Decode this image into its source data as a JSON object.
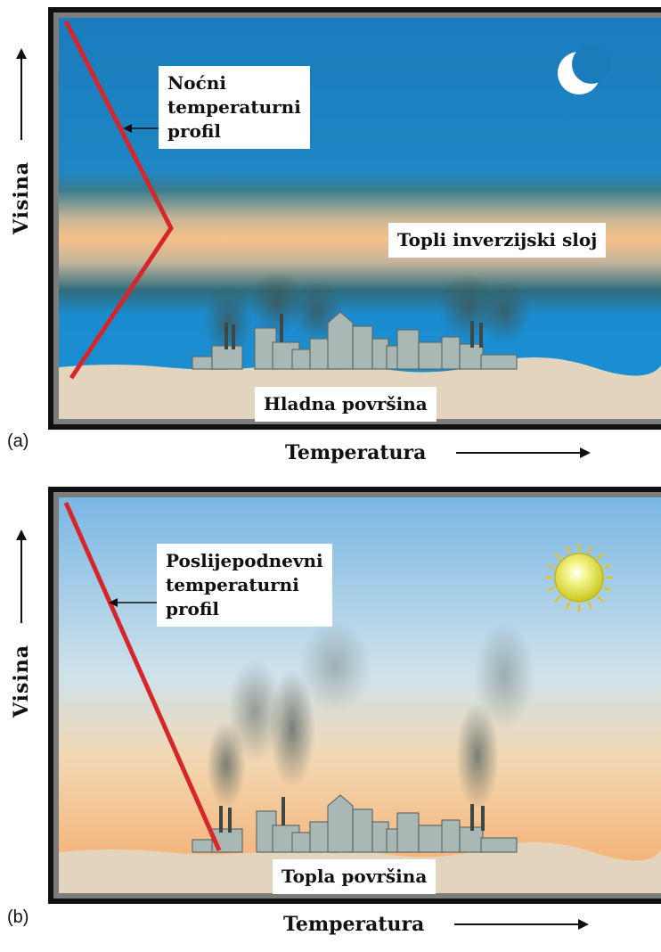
{
  "panel_a": {
    "tag": "(a)",
    "profile_label": "Noćni\ntemperaturni\nprofil",
    "inversion_label": "Topli inverzijski sloj",
    "surface_label": "Hladna površina",
    "y_axis_label": "Visina",
    "x_axis_label": "Temperatura",
    "sky_colors": {
      "top": "#1b7fbe",
      "bottom": "#1a8ed2"
    },
    "celestial_icon": "crescent-moon"
  },
  "panel_b": {
    "tag": "(b)",
    "profile_label": "Poslijepodnevni\ntemperaturni\nprofil",
    "surface_label": "Topla površina",
    "y_axis_label": "Visina",
    "x_axis_label": "Temperatura",
    "sky_colors": {
      "top": "#7fbbe6",
      "bottom": "#f4b070"
    },
    "celestial_icon": "sun"
  },
  "colors": {
    "profile_line": "#d6262a",
    "ground": "#e3d4bd",
    "buildings": "#a9b8b4",
    "smoke": "#4b5a58"
  }
}
